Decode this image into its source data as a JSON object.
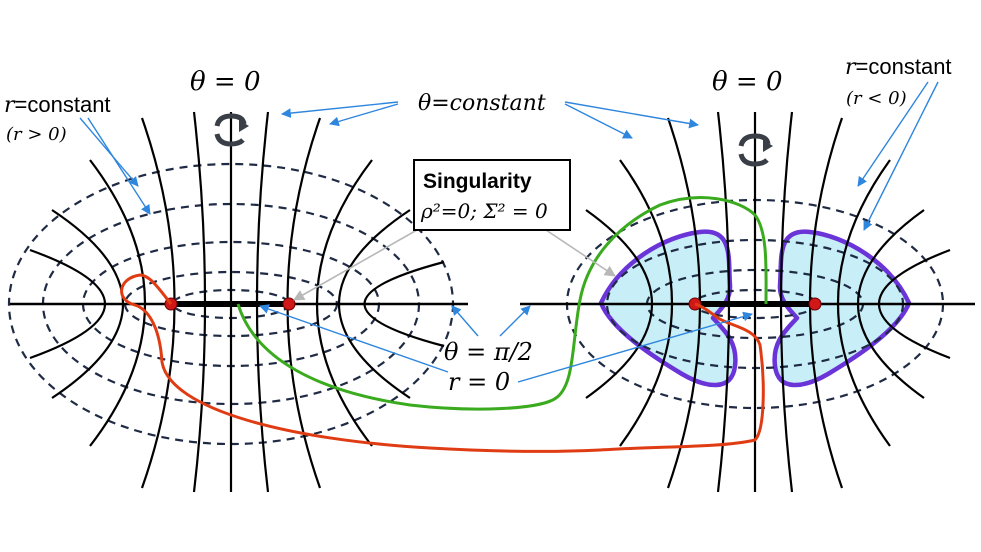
{
  "labels": {
    "theta_zero_left": "θ = 0",
    "theta_zero_right": "θ = 0",
    "theta_constant": "θ=constant",
    "r_constant_left_math": "r",
    "r_constant_left_text": "=constant",
    "r_positive": "(r > 0)",
    "r_constant_right_math": "r",
    "r_constant_right_text": "=constant",
    "r_negative": "(r < 0)",
    "singularity_title": "Singularity",
    "singularity_eq": "ρ²=0; Σ² = 0",
    "theta_pi_over_2": "θ = π/2",
    "r_zero": "r = 0"
  },
  "colors": {
    "field_line": "#000000",
    "dashed_ellipse": "#1f2a44",
    "annotation_arrow": "#2e86de",
    "singularity_pointer": "#b8b8b8",
    "green_path": "#3aaa1e",
    "red_path": "#e03c14",
    "region_fill": "#c8eef8",
    "region_stroke": "#6a34d8",
    "singular_point": "#d01818",
    "rotation_icon": "#3a3f47"
  },
  "icons": [
    "rotation-arrow-icon"
  ]
}
